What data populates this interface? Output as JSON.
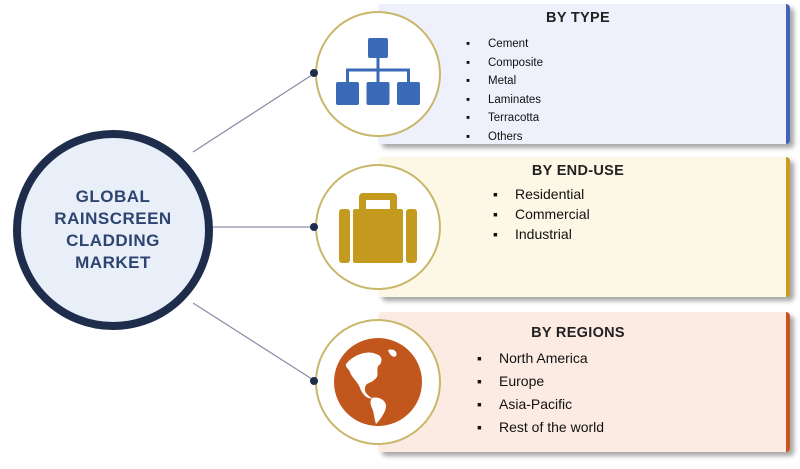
{
  "hub": {
    "title_lines": [
      "GLOBAL",
      "RAINSCREEN",
      "CLADDING",
      "MARKET"
    ]
  },
  "segments": [
    {
      "title": "BY TYPE",
      "icon": "hierarchy-icon",
      "color": "#3a6ab8",
      "items": [
        "Cement",
        "Composite",
        "Metal",
        "Laminates",
        "Terracotta",
        "Others"
      ]
    },
    {
      "title": "BY END-USE",
      "icon": "briefcase-icon",
      "color": "#c49a1f",
      "items": [
        "Residential",
        "Commercial",
        "Industrial"
      ]
    },
    {
      "title": "BY REGIONS",
      "icon": "globe-icon",
      "color": "#c2571e",
      "items": [
        "North America",
        "Europe",
        "Asia-Pacific",
        "Rest of the world"
      ]
    }
  ]
}
